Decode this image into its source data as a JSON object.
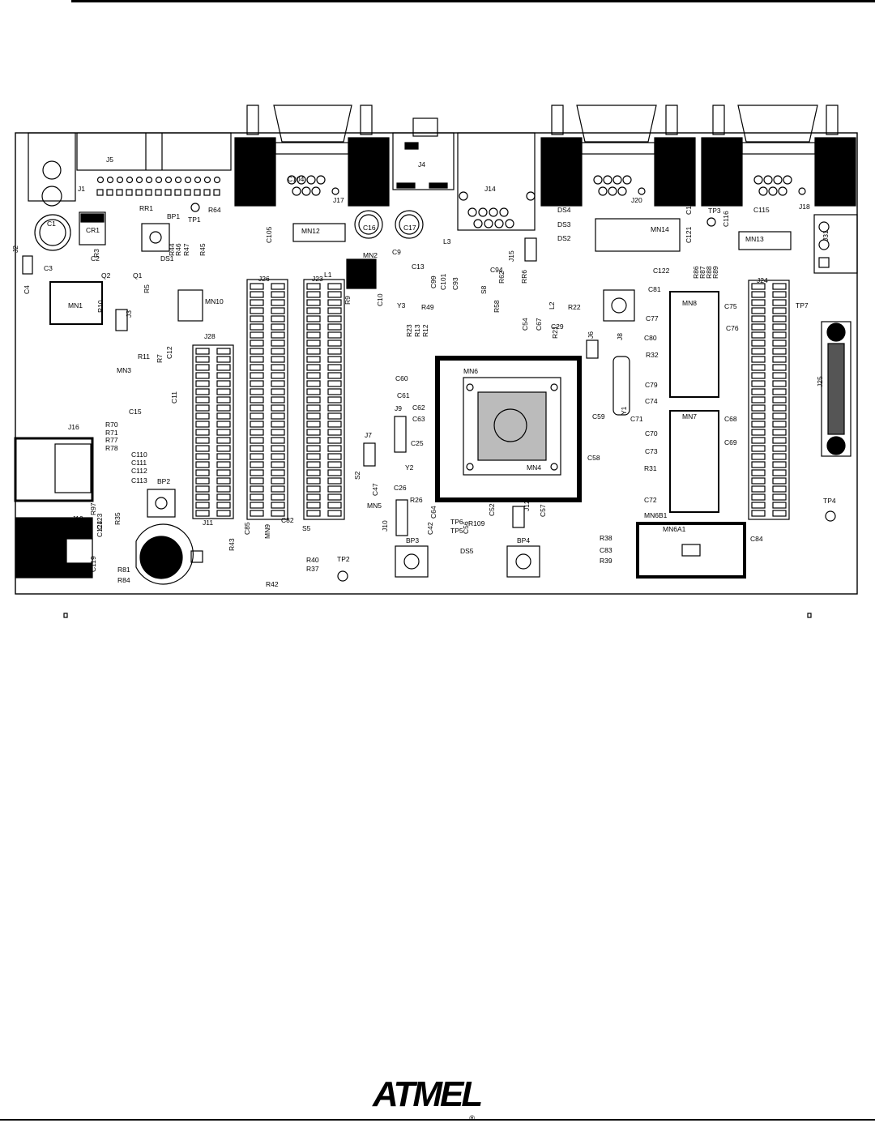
{
  "brand": {
    "logo_text": "ATMEL",
    "reg_mark": "®"
  },
  "board": {
    "components": [
      {
        "label": "J1"
      },
      {
        "label": "J5"
      },
      {
        "label": "J17"
      },
      {
        "label": "J4"
      },
      {
        "label": "J14"
      },
      {
        "label": "J20"
      },
      {
        "label": "TP3"
      },
      {
        "label": "C115"
      },
      {
        "label": "J18"
      },
      {
        "label": "J31"
      },
      {
        "label": "CR1"
      },
      {
        "label": "C1"
      },
      {
        "label": "RR1"
      },
      {
        "label": "BP1"
      },
      {
        "label": "TP1"
      },
      {
        "label": "R64"
      },
      {
        "label": "C104"
      },
      {
        "label": "MN12"
      },
      {
        "label": "C105"
      },
      {
        "label": "C16"
      },
      {
        "label": "C17"
      },
      {
        "label": "DS4"
      },
      {
        "label": "DS3"
      },
      {
        "label": "DS2"
      },
      {
        "label": "MN14"
      },
      {
        "label": "C120"
      },
      {
        "label": "C121"
      },
      {
        "label": "C116"
      },
      {
        "label": "MN13"
      },
      {
        "label": "J2"
      },
      {
        "label": "C3"
      },
      {
        "label": "C2"
      },
      {
        "label": "R3"
      },
      {
        "label": "DS1"
      },
      {
        "label": "R46"
      },
      {
        "label": "R47"
      },
      {
        "label": "R45"
      },
      {
        "label": "R44"
      },
      {
        "label": "MN1"
      },
      {
        "label": "Q2"
      },
      {
        "label": "Q1"
      },
      {
        "label": "C4"
      },
      {
        "label": "R10"
      },
      {
        "label": "J3"
      },
      {
        "label": "R5"
      },
      {
        "label": "MN10"
      },
      {
        "label": "J26"
      },
      {
        "label": "J23"
      },
      {
        "label": "MN2"
      },
      {
        "label": "C13"
      },
      {
        "label": "C9"
      },
      {
        "label": "L1"
      },
      {
        "label": "R9"
      },
      {
        "label": "C10"
      },
      {
        "label": "Y3"
      },
      {
        "label": "R49"
      },
      {
        "label": "L3"
      },
      {
        "label": "C99"
      },
      {
        "label": "C101"
      },
      {
        "label": "C93"
      },
      {
        "label": "C94"
      },
      {
        "label": "S8"
      },
      {
        "label": "R62"
      },
      {
        "label": "J15"
      },
      {
        "label": "RR6"
      },
      {
        "label": "R58"
      },
      {
        "label": "L2"
      },
      {
        "label": "R22"
      },
      {
        "label": "C29"
      },
      {
        "label": "C122"
      },
      {
        "label": "C81"
      },
      {
        "label": "C77"
      },
      {
        "label": "MN8"
      },
      {
        "label": "C75"
      },
      {
        "label": "C76"
      },
      {
        "label": "J24"
      },
      {
        "label": "TP7"
      },
      {
        "label": "R86"
      },
      {
        "label": "R87"
      },
      {
        "label": "R88"
      },
      {
        "label": "R89"
      },
      {
        "label": "J28"
      },
      {
        "label": "R11"
      },
      {
        "label": "R7"
      },
      {
        "label": "C12"
      },
      {
        "label": "MN3"
      },
      {
        "label": "C11"
      },
      {
        "label": "C15"
      },
      {
        "label": "R23"
      },
      {
        "label": "R13"
      },
      {
        "label": "R12"
      },
      {
        "label": "C54"
      },
      {
        "label": "C67"
      },
      {
        "label": "R21"
      },
      {
        "label": "J6"
      },
      {
        "label": "J8"
      },
      {
        "label": "C80"
      },
      {
        "label": "R32"
      },
      {
        "label": "J25"
      },
      {
        "label": "MN6"
      },
      {
        "label": "C60"
      },
      {
        "label": "C61"
      },
      {
        "label": "C62"
      },
      {
        "label": "C63"
      },
      {
        "label": "C25"
      },
      {
        "label": "J9"
      },
      {
        "label": "C59"
      },
      {
        "label": "Y1"
      },
      {
        "label": "C79"
      },
      {
        "label": "C74"
      },
      {
        "label": "C71"
      },
      {
        "label": "MN7"
      },
      {
        "label": "C68"
      },
      {
        "label": "C70"
      },
      {
        "label": "C69"
      },
      {
        "label": "C73"
      },
      {
        "label": "J16"
      },
      {
        "label": "R70"
      },
      {
        "label": "R71"
      },
      {
        "label": "R77"
      },
      {
        "label": "R78"
      },
      {
        "label": "C110"
      },
      {
        "label": "C111"
      },
      {
        "label": "C112"
      },
      {
        "label": "C113"
      },
      {
        "label": "BP2"
      },
      {
        "label": "J7"
      },
      {
        "label": "S2"
      },
      {
        "label": "Y2"
      },
      {
        "label": "C26"
      },
      {
        "label": "C47"
      },
      {
        "label": "MN5"
      },
      {
        "label": "R26"
      },
      {
        "label": "MN4"
      },
      {
        "label": "C58"
      },
      {
        "label": "R31"
      },
      {
        "label": "C72"
      },
      {
        "label": "MN6B1"
      },
      {
        "label": "TP4"
      },
      {
        "label": "J19"
      },
      {
        "label": "R97"
      },
      {
        "label": "R35"
      },
      {
        "label": "C123"
      },
      {
        "label": "C124"
      },
      {
        "label": "J11"
      },
      {
        "label": "C82"
      },
      {
        "label": "S5"
      },
      {
        "label": "C85"
      },
      {
        "label": "MN9"
      },
      {
        "label": "J10"
      },
      {
        "label": "C64"
      },
      {
        "label": "C42"
      },
      {
        "label": "TP6"
      },
      {
        "label": "TP5"
      },
      {
        "label": "C56"
      },
      {
        "label": "R109"
      },
      {
        "label": "C52"
      },
      {
        "label": "J12"
      },
      {
        "label": "C57"
      },
      {
        "label": "MN6A1"
      },
      {
        "label": "R38"
      },
      {
        "label": "C83"
      },
      {
        "label": "R39"
      },
      {
        "label": "C84"
      },
      {
        "label": "R43"
      },
      {
        "label": "R40"
      },
      {
        "label": "R37"
      },
      {
        "label": "R42"
      },
      {
        "label": "TP2"
      },
      {
        "label": "BP3"
      },
      {
        "label": "DS5"
      },
      {
        "label": "BP4"
      },
      {
        "label": "C119"
      },
      {
        "label": "R81"
      },
      {
        "label": "R84"
      }
    ]
  }
}
